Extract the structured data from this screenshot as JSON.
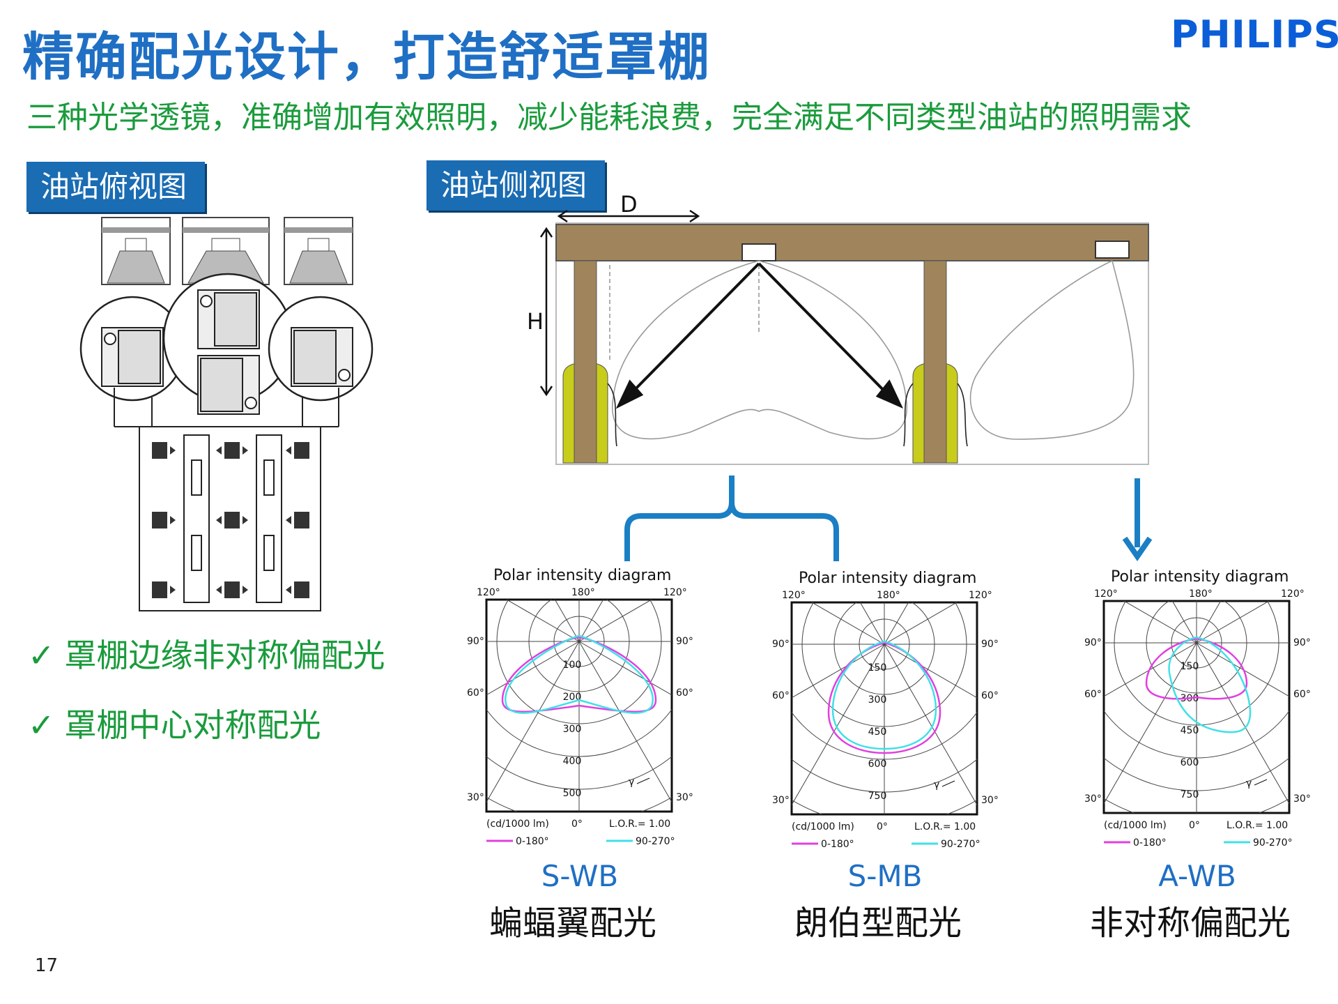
{
  "slide": {
    "title": "精确配光设计，打造舒适罩棚",
    "subtitle": "三种光学透镜，准确增加有效照明，减少能耗浪费，完全满足不同类型油站的照明需求",
    "logo": "PHILIPS",
    "page_number": "17"
  },
  "tags": {
    "top_view": "油站俯视图",
    "side_view": "油站侧视图"
  },
  "side_view": {
    "label_d": "D",
    "label_h": "H"
  },
  "checks": [
    {
      "icon": "✓",
      "text": "罩棚边缘非对称偏配光"
    },
    {
      "icon": "✓",
      "text": "罩棚中心对称配光"
    }
  ],
  "polar_common": {
    "title": "Polar intensity diagram",
    "unit": "(cd/1000 lm)",
    "lor": "L.O.R.= 1.00",
    "zero": "0°",
    "legend_magenta": "0-180°",
    "legend_cyan": "90-270°",
    "gamma": "γ",
    "angle_120": "120°",
    "angle_180": "180°",
    "angle_90": "90°",
    "angle_60": "60°",
    "angle_30": "30°"
  },
  "diagrams": [
    {
      "model": "S-WB",
      "type": "蝙蝠翼配光",
      "rings": [
        "100",
        "200",
        "300",
        "400",
        "500"
      ]
    },
    {
      "model": "S-MB",
      "type": "朗伯型配光",
      "rings": [
        "150",
        "300",
        "450",
        "600",
        "750"
      ]
    },
    {
      "model": "A-WB",
      "type": "非对称偏配光",
      "rings": [
        "150",
        "300",
        "450",
        "600",
        "750"
      ]
    }
  ],
  "colors": {
    "title_blue": "#1f6fc4",
    "green": "#1a9b3c",
    "tag_bg": "#1a6cb3",
    "beam": "#8b7355",
    "pillar_yellow": "#c8cc1a",
    "magenta": "#e040e0",
    "cyan": "#40e0e8",
    "connector_blue": "#1a7fc4"
  }
}
